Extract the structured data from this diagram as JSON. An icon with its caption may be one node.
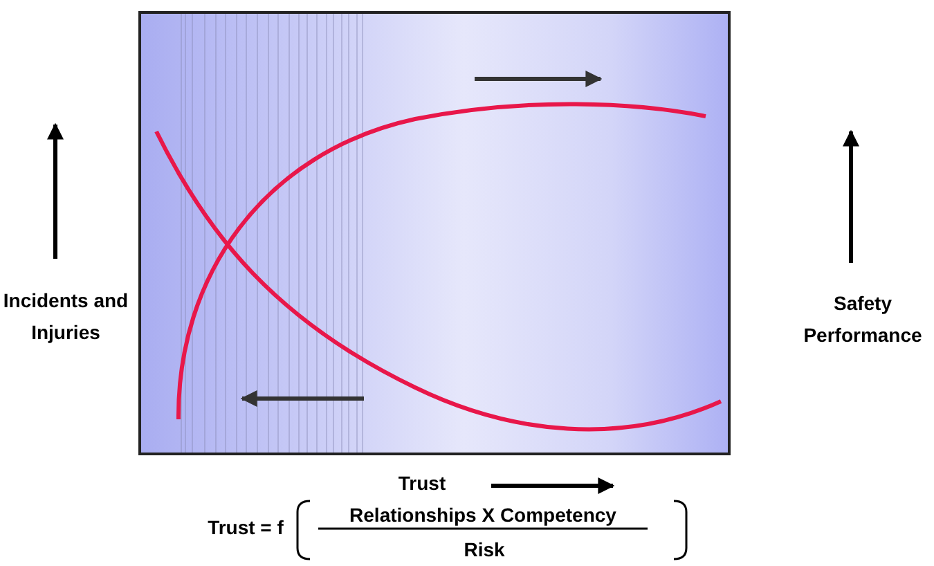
{
  "diagram": {
    "labels": [
      "Incidents and Injuries",
      "Safety Performance",
      "Trust",
      "Trust = f",
      "Relationships X Competency",
      "Risk"
    ]
  }
}
